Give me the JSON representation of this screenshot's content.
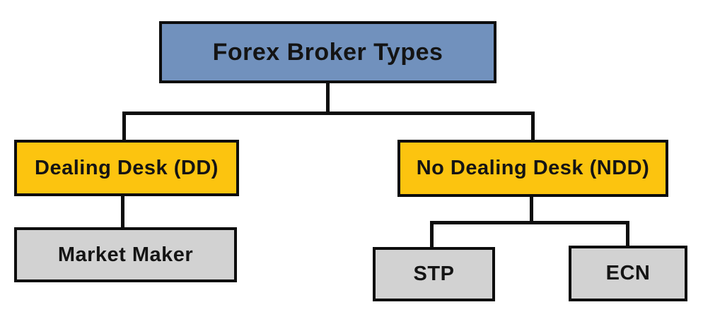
{
  "diagram": {
    "title": "Forex Broker Types",
    "type": "flowchart",
    "colors": {
      "root_fill": "#7191bd",
      "branch_fill": "#fcc40f",
      "leaf_fill": "#d2d2d2",
      "line": "#0d0d0d",
      "text": "#141414",
      "background": "#ffffff"
    },
    "nodes": {
      "root": {
        "label": "Forex Broker Types"
      },
      "dd": {
        "label": "Dealing Desk (DD)"
      },
      "ndd": {
        "label": "No Dealing Desk (NDD)"
      },
      "mm": {
        "label": "Market Maker"
      },
      "stp": {
        "label": "STP"
      },
      "ecn": {
        "label": "ECN"
      }
    },
    "edges": [
      {
        "from": "root",
        "to": "dd"
      },
      {
        "from": "root",
        "to": "ndd"
      },
      {
        "from": "dd",
        "to": "mm"
      },
      {
        "from": "ndd",
        "to": "stp"
      },
      {
        "from": "ndd",
        "to": "ecn"
      }
    ]
  }
}
